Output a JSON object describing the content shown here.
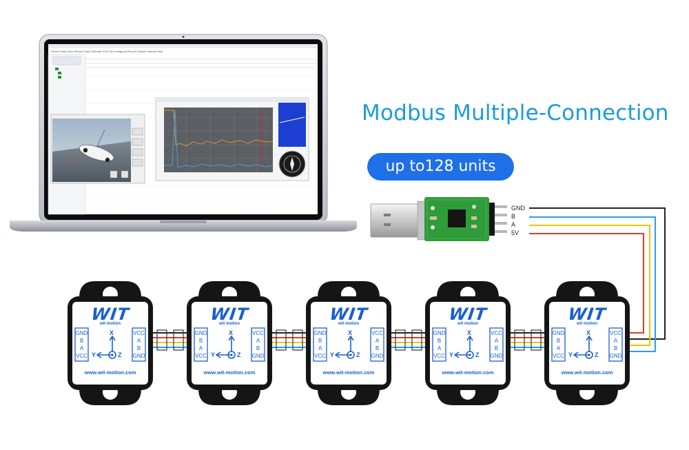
{
  "headline": "Modbus Multiple-Connection",
  "badge": "up to128 units",
  "converter": {
    "pins": [
      "GND",
      "B",
      "A",
      "5V"
    ]
  },
  "wire_colors": {
    "GND": "#222222",
    "B": "#2a9df4",
    "A": "#f2c200",
    "5V": "#e33b2e"
  },
  "sensor": {
    "logo": "WIT",
    "logo_sub": "wit motion",
    "left_pins": [
      "GND",
      "B",
      "A",
      "VCC"
    ],
    "right_pins": [
      "VCC",
      "A",
      "B",
      "GND"
    ],
    "axis_x": "X",
    "axis_y": "Y",
    "axis_z": "Z",
    "website": "www.wit-motion.com"
  },
  "sensor_count": 5,
  "colors": {
    "accent": "#1d9bd8",
    "badge_bg": "#1e6fe8",
    "sensor_face": "#ffffff",
    "sensor_border": "#1a5fd0",
    "housing": "#151515",
    "pcb": "#2f9c3a"
  }
}
